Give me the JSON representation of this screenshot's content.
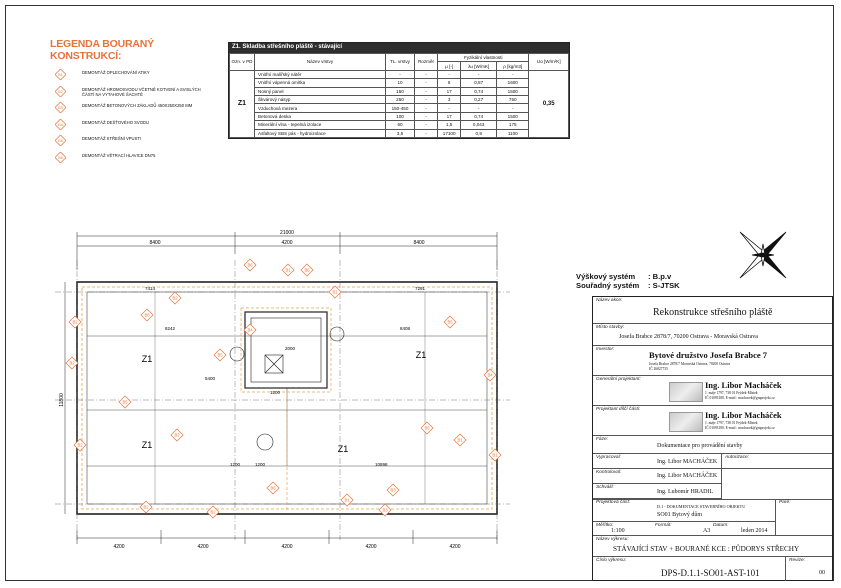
{
  "legend": {
    "title": "LEGENDA BOURANÝ KONSTRUKCÍ:",
    "items": [
      {
        "code": "B1",
        "text": "DEMONTÁŽ OPLECHOVÁNÍ ATIKY"
      },
      {
        "code": "B2",
        "text": "DEMONTÁŽ HROMOSVODU VČETNĚ KOTVENÍ A SVISLÝCH ČÁSTÍ NA VYTAHOVÉ ŠACHTĚ"
      },
      {
        "code": "B3",
        "text": "DEMONTÁŽ BETONOVÝCH ZÁKLADŮ 450x250x250 mm"
      },
      {
        "code": "B4",
        "text": "DEMONTÁŽ DEŠŤOVÉHO SVODU"
      },
      {
        "code": "B5",
        "text": "DEMONTÁŽ STŘEŠNÍ VPUSTI"
      },
      {
        "code": "B6",
        "text": "DEMONTÁŽ VĚTRACÍ HLAVICE DN75"
      }
    ]
  },
  "table": {
    "title": "Z1. Skladba střešního pláště - stávající",
    "headers": {
      "ozn": "Ozn. v PD",
      "name": "Název vrstvy",
      "tl": "TL. vrstvy",
      "rozm": "Rozměr",
      "props": "Fyzikální vlastnosti",
      "mu": "μ [-]",
      "lambda": "λu [W/mK]",
      "rho": "ρ [kg/m3]",
      "u": "Uo [W/m²K]"
    },
    "zone": "Z1",
    "u_value": "0,35",
    "rows": [
      {
        "name": "Vnitřní malířský nátěr",
        "tl": "-",
        "rozm": "-",
        "mu": "-",
        "lambda": "-",
        "rho": "-"
      },
      {
        "name": "Vnitřní vápenná omítka",
        "tl": "10",
        "rozm": "-",
        "mu": "6",
        "lambda": "0,87",
        "rho": "1600"
      },
      {
        "name": "Nosný panel",
        "tl": "150",
        "rozm": "-",
        "mu": "17",
        "lambda": "0,74",
        "rho": "1500"
      },
      {
        "name": "Škvárový násyp",
        "tl": "250",
        "rozm": "-",
        "mu": "3",
        "lambda": "0,27",
        "rho": "750"
      },
      {
        "name": "Vzduchová mezera",
        "tl": "150-450",
        "rozm": "-",
        "mu": "-",
        "lambda": "-",
        "rho": "-"
      },
      {
        "name": "Betonová deska",
        "tl": "100",
        "rozm": "-",
        "mu": "17",
        "lambda": "0,74",
        "rho": "1500"
      },
      {
        "name": "Minerální vlna - tepelná izolace",
        "tl": "60",
        "rozm": "-",
        "mu": "1,5",
        "lambda": "0,043",
        "rho": "175"
      },
      {
        "name": "Asfaltový SBS pás - hydroizolace",
        "tl": "3,5",
        "rozm": "-",
        "mu": "17100",
        "lambda": "0,9",
        "rho": "1100"
      }
    ]
  },
  "systems": {
    "height_label": "Výškový systém",
    "height_value": ": B.p.v",
    "coord_label": "Souřadný systém",
    "coord_value": ": S-JTSK"
  },
  "title_block": {
    "action_label": "Název akce:",
    "action": "Rekonstrukce střešního pláště",
    "place_label": "Místo stavby:",
    "place": "Josefa Brabce 2878/7, 70200 Ostrava - Moravská Ostrava",
    "investor_label": "Investor:",
    "investor": "Bytové družstvo Josefa Brabce 7",
    "investor_addr": "Josefa Brabce 2878/7 Moravská Ostrava, 70200 Ostrava",
    "investor_ic": "IČ 26827735",
    "designer_label": "Generální projektant:",
    "designer": "Ing. Libor Macháček",
    "designer_addr": "1. máje 1797, 738 01 Frýdek-Místek",
    "designer_contact": "IČ 01093180, E-mail : machacek@graprojekt.cz",
    "part_designer_label": "Projektant dílčí části:",
    "part_designer": "Ing. Libor Macháček",
    "part_designer_addr": "1. máje 1797, 738 01 Frýdek-Místek",
    "part_designer_contact": "IČ 01093180, E-mail : machacek@graprojekt.cz",
    "phase_label": "Fáze:",
    "phase": "Dokumentace pro provádění stavby",
    "drawn_label": "Vypracoval:",
    "drawn": "Ing. Libor MACHÁČEK",
    "auth_label": "Autorizace:",
    "checked_label": "Kontroloval:",
    "checked": "Ing. Libor MACHÁČEK",
    "approved_label": "Schválil:",
    "approved": "Ing. Lubomír HRADIL",
    "project_part_label": "Projektová část:",
    "project_part": "D.1 - DOKUMENTACE STAVEBNÍHO OBJEKTU",
    "object": "SO01 Bytový dům",
    "stamp_label": "Paré:",
    "scale_label": "Měřítko:",
    "scale": "1:100",
    "format_label": "Formát:",
    "format": "A3",
    "date_label": "Datum:",
    "date": "leden 2014",
    "drawing_name_label": "Název výkresu:",
    "drawing_name": "STÁVAJÍCÍ STAV + BOURANÉ KCE : PŮDORYS STŘECHY",
    "drawing_no_label": "Číslo výkresu:",
    "drawing_no": "DPS-D.1.1-SO01-AST-101",
    "revision_label": "Revize:",
    "revision": "00"
  },
  "plan": {
    "dims_top": [
      "8400",
      "4200",
      "8400"
    ],
    "dim_total": "21000",
    "dims_bottom": [
      "4200",
      "4200",
      "4200",
      "4200",
      "4200"
    ],
    "dim_left": "11800",
    "zones": [
      "Z1",
      "Z1",
      "Z1",
      "Z1"
    ],
    "dim_labels": [
      "8242",
      "8408",
      "5400",
      "2000",
      "1200",
      "1200",
      "1200",
      "10898",
      "7291",
      "7414"
    ],
    "markers": [
      "B1",
      "B2",
      "B3",
      "B4",
      "B5",
      "B6"
    ]
  },
  "colors": {
    "accent": "#e8733a",
    "marker": "#e8733a",
    "line": "#222222"
  }
}
